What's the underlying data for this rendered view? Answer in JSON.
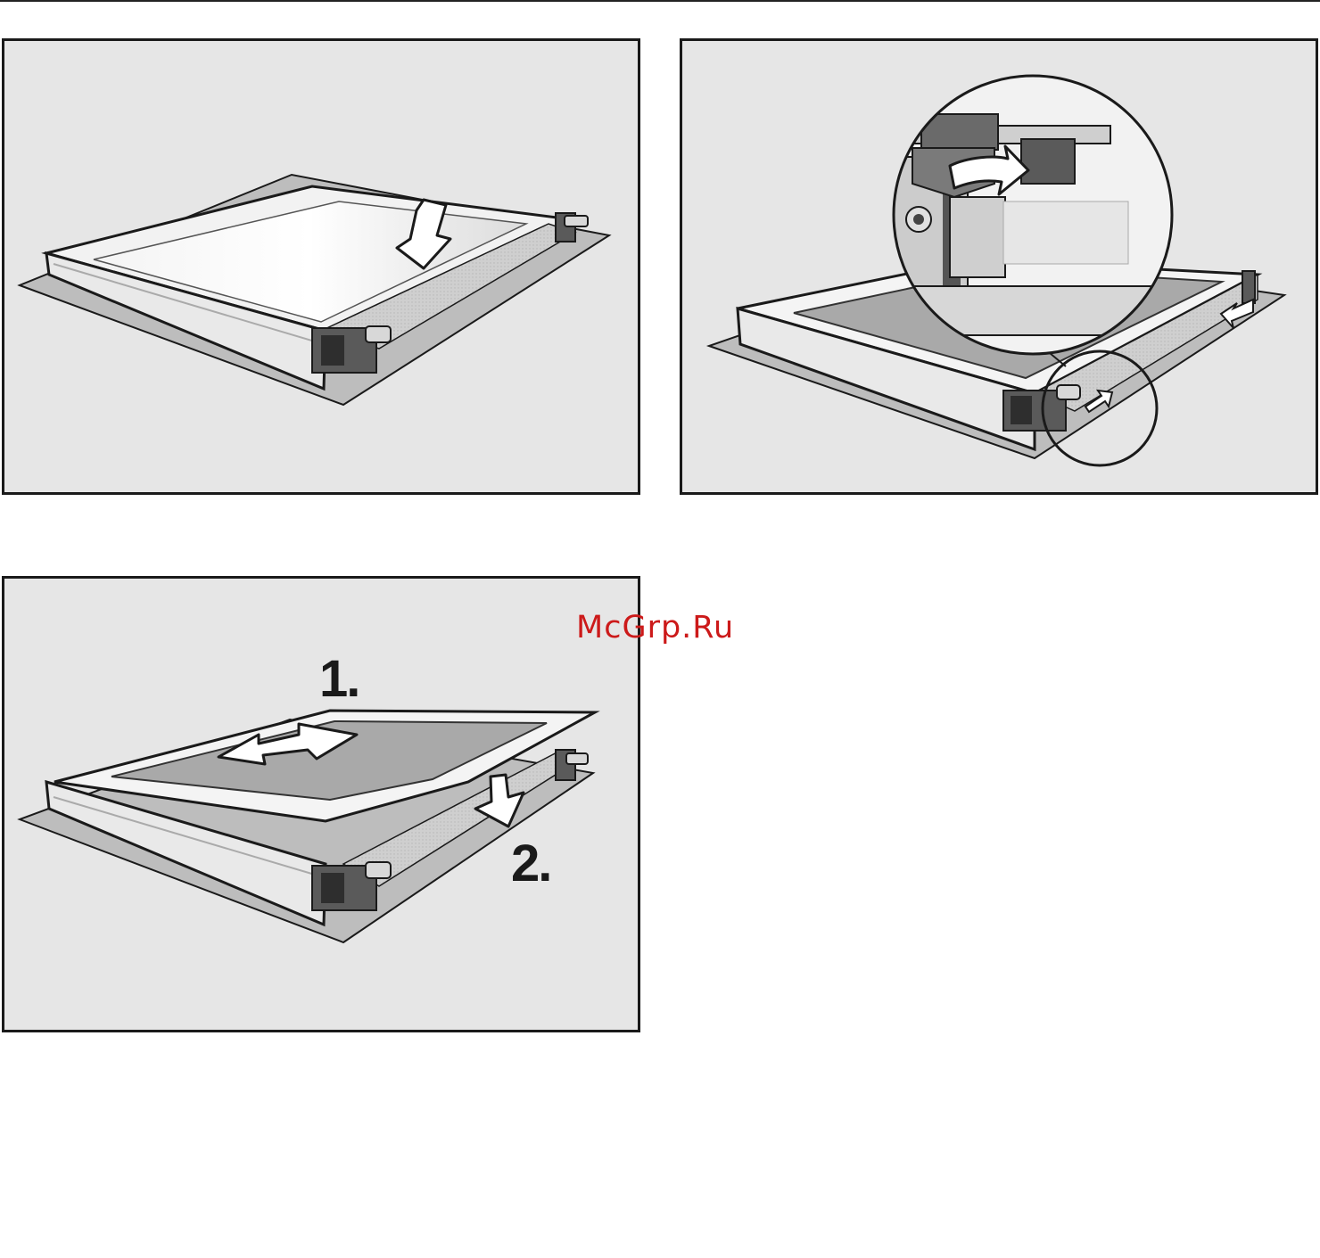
{
  "figures": [
    {
      "id": "fig-1",
      "step_labels": []
    },
    {
      "id": "fig-2",
      "step_labels": []
    },
    {
      "id": "fig-3",
      "step_labels": [
        "1.",
        "2."
      ]
    }
  ],
  "step_labels": {
    "first": "1.",
    "second": "2."
  },
  "watermark": "McGrp.Ru",
  "colors": {
    "panel_background": "#e6e6e6",
    "panel_border": "#1a1a1a",
    "watermark": "#cc1a1a",
    "glass": "#a9a9a9"
  }
}
